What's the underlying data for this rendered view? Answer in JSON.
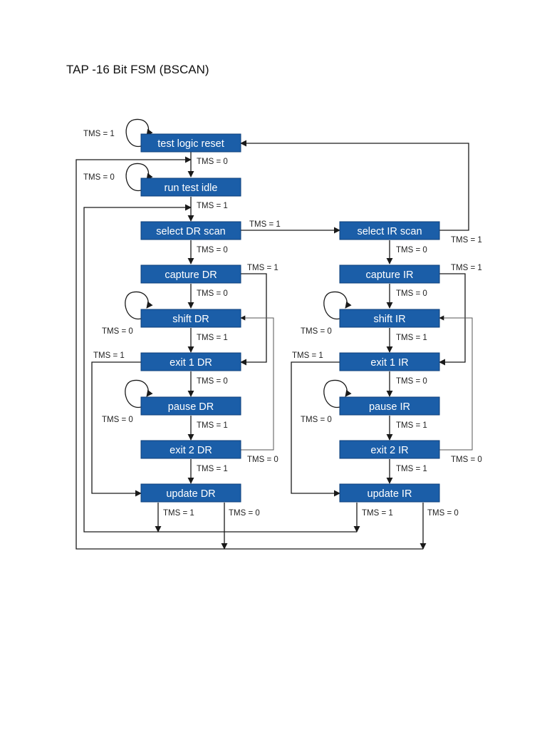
{
  "title": "TAP -16 Bit FSM (BSCAN)",
  "states": {
    "test_logic_reset": "test logic reset",
    "run_test_idle": "run test idle",
    "select_dr_scan": "select DR scan",
    "capture_dr": "capture DR",
    "shift_dr": "shift DR",
    "exit1_dr": "exit 1 DR",
    "pause_dr": "pause DR",
    "exit2_dr": "exit 2 DR",
    "update_dr": "update DR",
    "select_ir_scan": "select IR scan",
    "capture_ir": "capture IR",
    "shift_ir": "shift IR",
    "exit1_ir": "exit 1 IR",
    "pause_ir": "pause IR",
    "exit2_ir": "exit 2 IR",
    "update_ir": "update IR"
  },
  "tms": {
    "one": "TMS = 1",
    "zero": "TMS = 0"
  }
}
